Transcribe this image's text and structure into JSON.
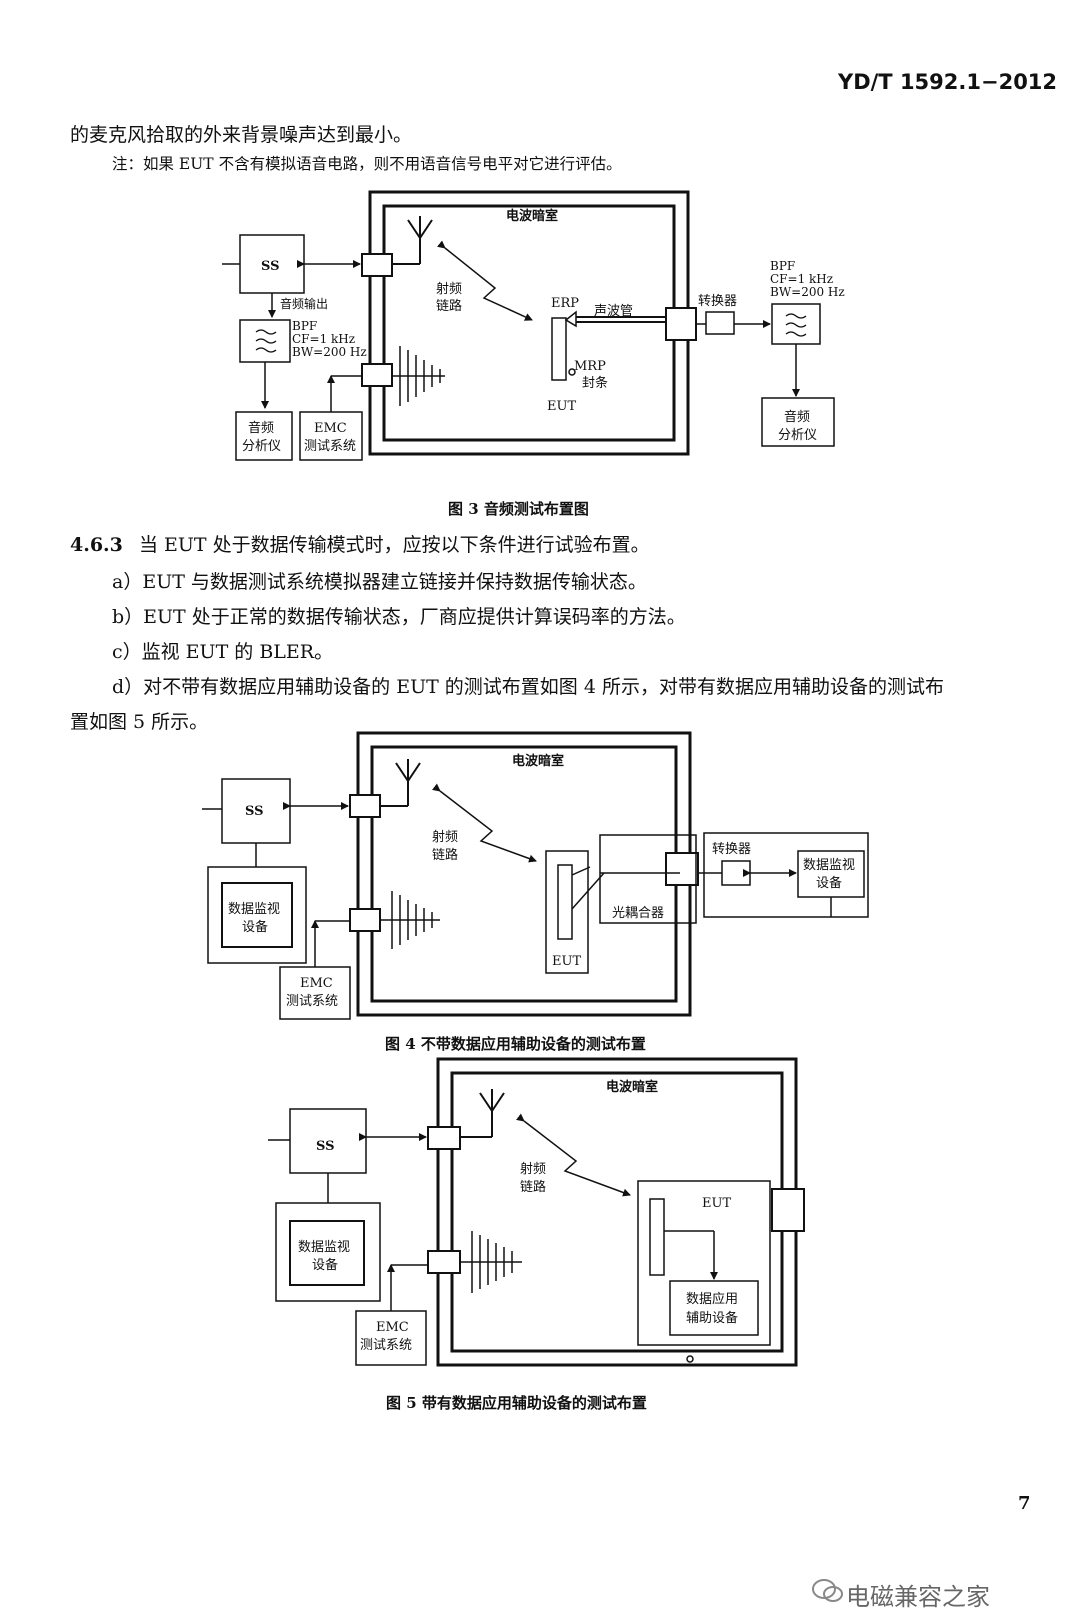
{
  "header": {
    "standard_code": "YD/T  1592.1−2012"
  },
  "intro": {
    "line1": "的麦克风拾取的外来背景噪声达到最小。",
    "note": "注：如果 EUT 不含有模拟语音电路，则不用语音信号电平对它进行评估。"
  },
  "fig3": {
    "chamber_label": "电波暗室",
    "ss": "SS",
    "audio_out": "音频输出",
    "bpf_left": [
      "BPF",
      "CF=1 kHz",
      "BW=200 Hz"
    ],
    "rf_link": [
      "射频",
      "链路"
    ],
    "erp": "ERP",
    "acoustic_tube": "声波管",
    "mrp": "MRP",
    "seal": "封条",
    "eut": "EUT",
    "converter": "转换器",
    "bpf_right": [
      "BPF",
      "CF=1 kHz",
      "BW=200 Hz"
    ],
    "analyzer_left": [
      "音频",
      "分析仪"
    ],
    "emc_system": [
      "EMC",
      "测试系统"
    ],
    "analyzer_right": [
      "音频",
      "分析仪"
    ],
    "caption": "图 3   音频测试布置图"
  },
  "section": {
    "clause_no": "4.6.3",
    "clause_text": "当 EUT 处于数据传输模式时，应按以下条件进行试验布置。",
    "item_a": "a）EUT 与数据测试系统模拟器建立链接并保持数据传输状态。",
    "item_b": "b）EUT 处于正常的数据传输状态，厂商应提供计算误码率的方法。",
    "item_c": "c）监视 EUT 的 BLER。",
    "item_d_line1": "d）对不带有数据应用辅助设备的 EUT 的测试布置如图 4 所示，对带有数据应用辅助设备的测试布",
    "item_d_line2": "置如图 5 所示。"
  },
  "fig4": {
    "chamber_label": "电波暗室",
    "ss": "SS",
    "rf_link": [
      "射频",
      "链路"
    ],
    "monitor_left": [
      "数据监视",
      "设备"
    ],
    "eut": "EUT",
    "optocoupler": "光耦合器",
    "converter": "转换器",
    "monitor_right": [
      "数据监视",
      "设备"
    ],
    "emc_system": [
      "EMC",
      "测试系统"
    ],
    "caption": "图 4   不带数据应用辅助设备的测试布置"
  },
  "fig5": {
    "chamber_label": "电波暗室",
    "ss": "SS",
    "rf_link": [
      "射频",
      "链路"
    ],
    "eut": "EUT",
    "monitor": [
      "数据监视",
      "设备"
    ],
    "aux_device": [
      "数据应用",
      "辅助设备"
    ],
    "emc_system": [
      "EMC",
      "测试系统"
    ],
    "caption": "图 5   带有数据应用辅助设备的测试布置"
  },
  "footer": {
    "page_number": "7",
    "watermark": "电磁兼容之家"
  }
}
